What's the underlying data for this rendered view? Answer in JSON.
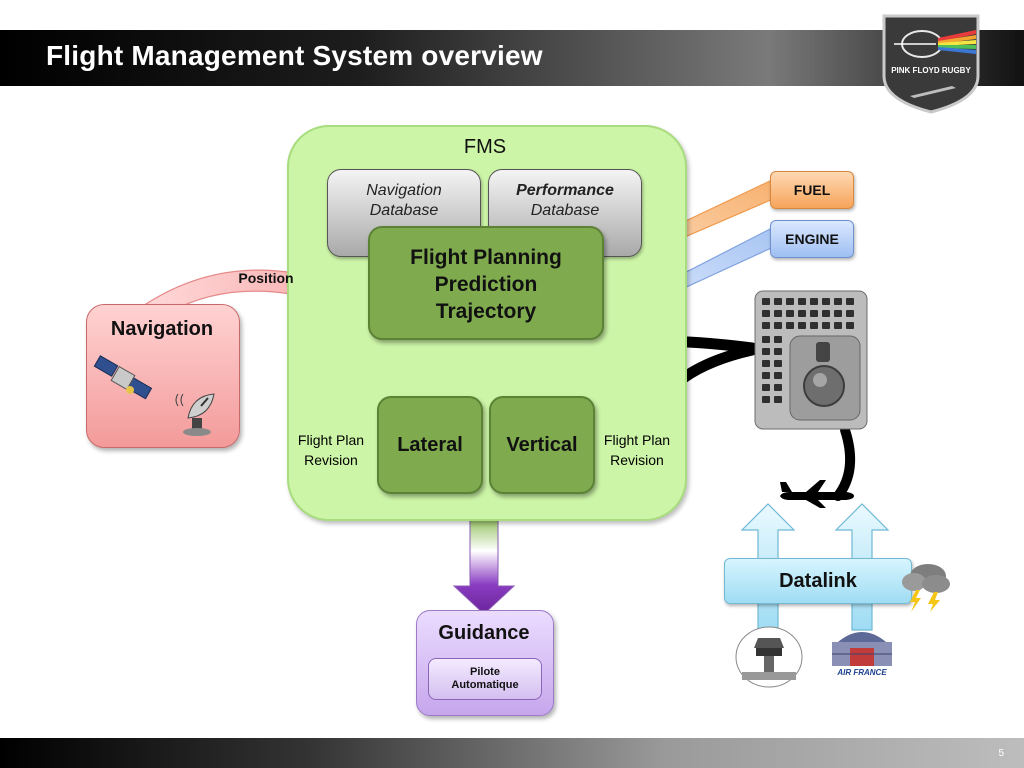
{
  "slide": {
    "title": "Flight Management System overview",
    "page_number": "5",
    "logo_text": "PINK FLOYD RUGBY"
  },
  "fms": {
    "label": "FMS",
    "navigation_database": {
      "line1": "Navigation",
      "line2": "Database"
    },
    "performance_database": {
      "line1": "Performance",
      "line2": "Database"
    },
    "flight_planning": {
      "line1": "Flight Planning",
      "line2": "Prediction",
      "line3": "Trajectory"
    },
    "lateral": "Lateral",
    "vertical": "Vertical",
    "flight_plan_revision_left": {
      "line1": "Flight Plan",
      "line2": "Revision"
    },
    "flight_plan_revision_right": {
      "line1": "Flight Plan",
      "line2": "Revision"
    }
  },
  "navigation": {
    "label": "Navigation",
    "position_label": "Position"
  },
  "inputs": {
    "fuel": "FUEL",
    "engine": "ENGINE"
  },
  "guidance": {
    "label": "Guidance",
    "pilote_line1": "Pilote",
    "pilote_line2": "Automatique"
  },
  "datalink": {
    "label": "Datalink",
    "airline_text": "AIR FRANCE"
  },
  "colors": {
    "fms_fill": "#ccf5a7",
    "module_green": "#7fab4e",
    "navigation_pink": "#f39a9a",
    "fuel_orange": "#f6a45a",
    "engine_blue": "#9ebff2",
    "guidance_purple": "#c6a6ec",
    "datalink_cyan": "#9fdcf3",
    "arrow_purple": "#7a2fb0"
  },
  "icons": [
    "satellite-icon",
    "radar-dish-icon",
    "keyboard-trackball-icon",
    "aircraft-icon",
    "storm-cloud-icon",
    "control-tower-icon",
    "airline-building-icon"
  ]
}
